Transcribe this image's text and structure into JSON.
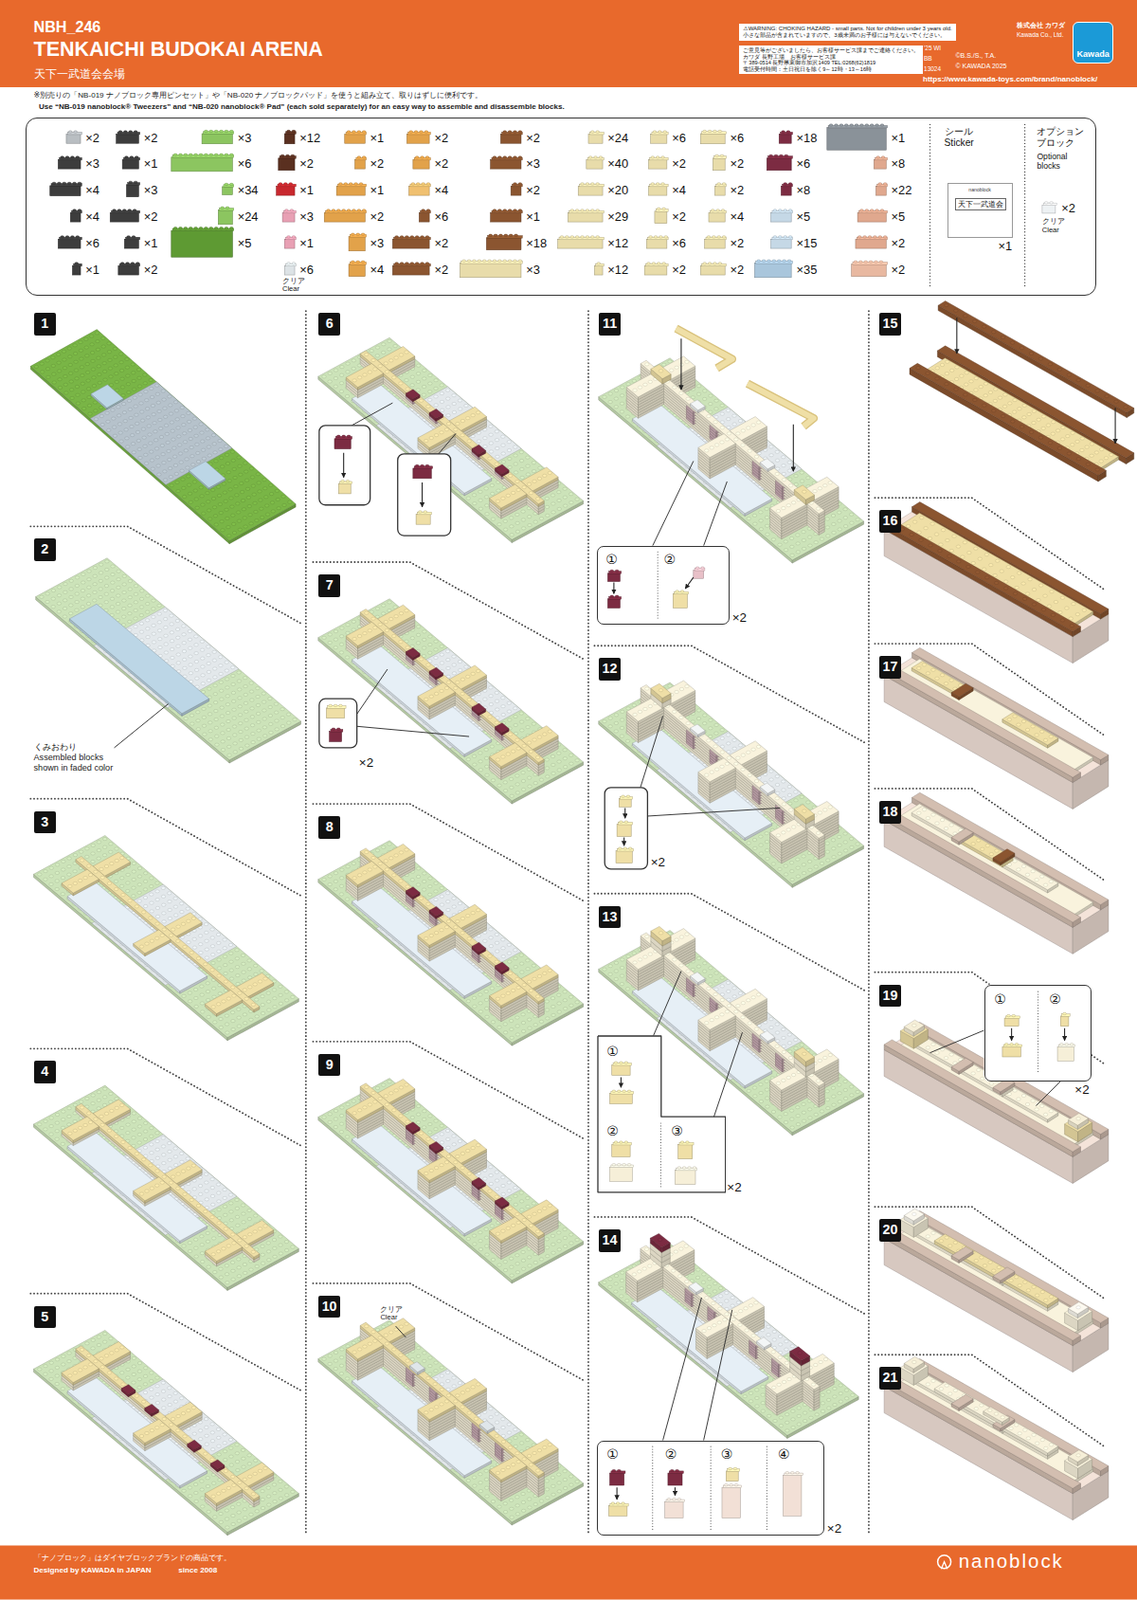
{
  "diagram": {
    "title": "TENKAICHI BUDOKAI ARENA",
    "nodes": [
      {
        "text": [
          "⚠WARNING: CHOKING HAZARD - small parts. Not for children under 3 years old.",
          "小さな部品が含まれていますので、3歳未満のお子様には与えないでください。"
        ]
      },
      {
        "text": [
          "ご意見等がございましたら、お客様サービス課までご連絡ください。",
          "カワダ 長野工場　お客様サービス課",
          "〒389-0514 長野県東御市加沢1409 TEL:0268(62)1819",
          "電話受付時間：土日祝日を除く9～12時・13～16時"
        ]
      },
      {
        "text": [
          "Kawada"
        ]
      },
      {
        "text": [
          "×2",
          "×3",
          "×4",
          "×4",
          "×6",
          "×1",
          "×2",
          "×1",
          "×3",
          "×2",
          "×1",
          "×2",
          "×3",
          "×6",
          "×34",
          "×24",
          "×5",
          "×12",
          "×2",
          "×1",
          "×3",
          "×1",
          "×6",
          "クリア Clear",
          "×1",
          "×2",
          "×1",
          "×2",
          "×3",
          "×4",
          "×2",
          "×2",
          "×4",
          "×6",
          "×2",
          "×2",
          "×2",
          "×3",
          "×2",
          "×1",
          "×18",
          "×3",
          "×24",
          "×40",
          "×20",
          "×29",
          "×12",
          "×12",
          "×6",
          "×2",
          "×4",
          "×2",
          "×6",
          "×2",
          "×6",
          "×2",
          "×2",
          "×4",
          "×2",
          "×2",
          "×18",
          "×6",
          "×8",
          "×5",
          "×15",
          "×35",
          "×1",
          "×8",
          "×22",
          "×5",
          "×2",
          "×2",
          "シール Sticker",
          "×1",
          "オプション ブロック",
          "Optional blocks",
          "×2",
          "クリア Clear"
        ]
      },
      {
        "text": [
          "nanoblock",
          "天下一武道会"
        ],
        "in": 3
      },
      {
        "text": [
          "1"
        ]
      },
      {
        "text": [
          "2"
        ]
      },
      {
        "text": [
          "3"
        ]
      },
      {
        "text": [
          "4"
        ]
      },
      {
        "text": [
          "5"
        ]
      },
      {
        "text": [
          "6"
        ]
      },
      {
        "text": [
          "7"
        ]
      },
      {
        "text": [
          "8"
        ]
      },
      {
        "text": [
          "9"
        ]
      },
      {
        "text": [
          "10"
        ]
      },
      {
        "text": [
          "11"
        ]
      },
      {
        "text": [
          "①",
          "②"
        ]
      },
      {
        "text": [
          "12"
        ]
      },
      {
        "text": [
          "13"
        ]
      },
      {
        "text": [
          "①",
          "②",
          "③"
        ]
      },
      {
        "text": [
          "14"
        ]
      },
      {
        "text": [
          "①",
          "②",
          "③",
          "④"
        ]
      },
      {
        "text": [
          "15"
        ]
      },
      {
        "text": [
          "16"
        ]
      },
      {
        "text": [
          "17"
        ]
      },
      {
        "text": [
          "18"
        ]
      },
      {
        "text": [
          "19"
        ]
      },
      {
        "text": [
          "①",
          "②"
        ]
      },
      {
        "text": [
          "20"
        ]
      },
      {
        "text": [
          "21"
        ]
      }
    ],
    "labels": [
      "NBH_246",
      "天下一武道会会場",
      "'25 WI",
      "BB",
      "13024",
      "©B.S./S., T.A.",
      "© KAWADA 2025",
      "https://www.kawada-toys.com/brand/nanoblock/",
      "株式会社 カワダ",
      "Kawada Co., Ltd.",
      "※別売りの「NB-019 ナノブロック専用ピンセット」や「NB-020 ナノブロックパッド」を使うと組み立て、取りはずしに便利です。",
      "Use “NB-019 nanoblock® Tweezers” and “NB-020 nanoblock® Pad” (each sold separately) for an easy way to assemble and disassemble blocks.",
      "くみおわり Assembled blocks shown in faded color",
      "×2",
      "×2",
      "×2",
      "×2",
      "×2",
      "×2",
      "クリア Clear",
      "「ナノブロック」はダイヤブロックブランドの商品です。",
      "Designed by KAWADA in JAPAN",
      "since 2008",
      "nanoblock"
    ]
  }
}
